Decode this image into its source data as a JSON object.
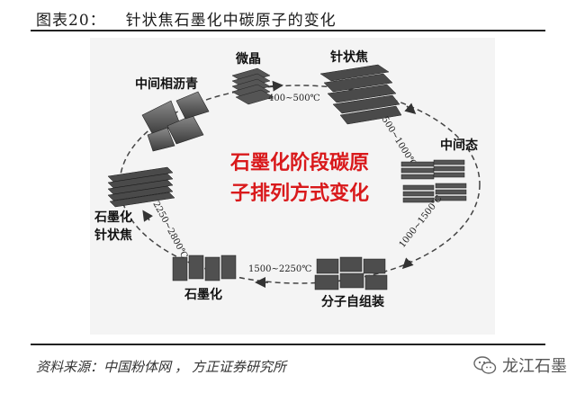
{
  "header": {
    "figure_number": "图表20：",
    "title": "针状焦石墨化中碳原子的变化"
  },
  "diagram": {
    "center_line1": "石墨化阶段碳原",
    "center_line2": "子排列方式变化",
    "stages": {
      "asphalt": "中间相沥青",
      "microcrystal": "微晶",
      "needle_coke": "针状焦",
      "mesophase": "中间态",
      "molecular_assembly": "分子自组装",
      "graphitization": "石墨化",
      "graphitized_line1": "石墨化",
      "graphitized_line2": "针状焦"
    },
    "temperatures": {
      "t1": "400~500℃",
      "t2": "500~1000℃",
      "t3": "1000~1500℃",
      "t4": "1500~2250℃",
      "t5": "2250~2800℃"
    }
  },
  "footer": {
    "source_label": "资料来源：",
    "source_text": "中国粉体网",
    "source_text2": "方正证券研究所",
    "watermark": "龙江石墨"
  }
}
